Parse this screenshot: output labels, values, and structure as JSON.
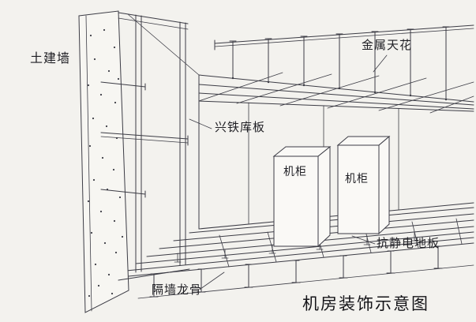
{
  "diagram": {
    "title": "机房装饰示意图",
    "labels": {
      "civil_wall": "土建墙",
      "metal_ceiling": "金属天花",
      "steel_panel": "兴铁库板",
      "cabinet_left": "机柜",
      "cabinet_right": "机柜",
      "antistatic_floor": "抗静电地板",
      "partition_keel": "隔墙龙骨"
    },
    "colors": {
      "paper": "#f3f2ee",
      "ink": "#3c3c45"
    }
  }
}
